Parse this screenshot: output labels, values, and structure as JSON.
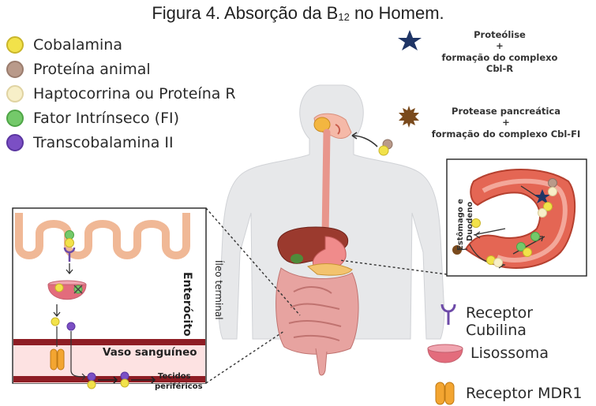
{
  "title": {
    "prefix": "Figura 4. Absorção da B",
    "sub": "12",
    "suffix": " no Homem."
  },
  "legend": [
    {
      "label": "Cobalamina",
      "color": "#f2e24a"
    },
    {
      "label": "Proteína animal",
      "color": "#b99a8a"
    },
    {
      "label": "Haptocorrina ou Proteína R",
      "color": "#f7efc8"
    },
    {
      "label": "Fator Intrínseco (FI)",
      "color": "#74c96a"
    },
    {
      "label": "Transcobalamina II",
      "color": "#7b4fc4"
    }
  ],
  "proteolysis": {
    "line1": "Proteólise",
    "plus": "+",
    "line2": "formação do complexo",
    "line3": "Cbl-R",
    "icon_color": "#1f3566"
  },
  "pancreatic": {
    "line1": "Protease pancreática",
    "plus": "+",
    "line2": "formação do complexo Cbl-FI",
    "icon_color": "#7a4a1c"
  },
  "stomach_label": {
    "line1": "Estômago e",
    "line2": "Duodeno"
  },
  "ileum_label": "Íleo terminal",
  "inset": {
    "enterocyte": "Enterócito",
    "vessel": "Vaso sanguíneo",
    "tissues_line1": "Tecidos",
    "tissues_line2": "periféricos"
  },
  "right_legend": [
    {
      "label": "Receptor Cubilina",
      "icon": "cubilin-receptor-icon"
    },
    {
      "label": "Lisossoma",
      "icon": "lysosome-icon"
    },
    {
      "label": "Receptor MDR1",
      "icon": "mdr1-receptor-icon"
    }
  ]
}
